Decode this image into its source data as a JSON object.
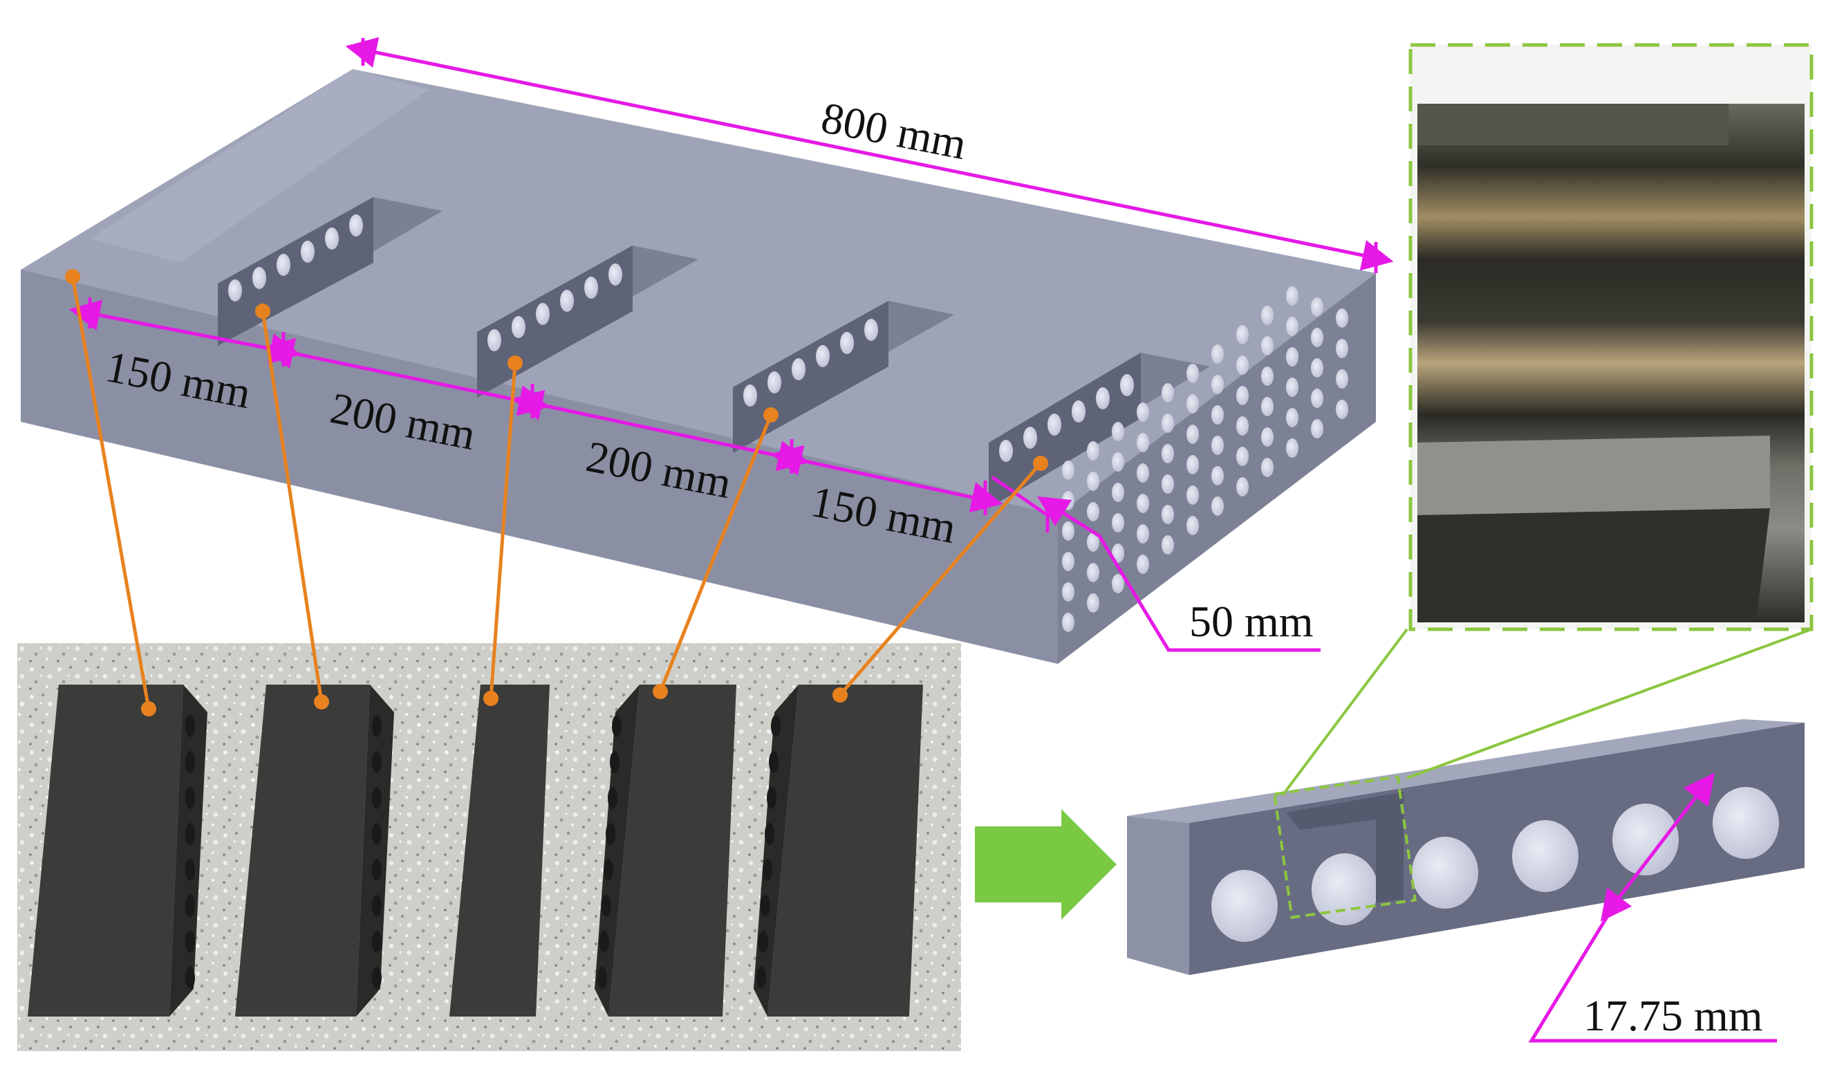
{
  "dimensions": {
    "length_800": "800 mm",
    "seg_150_a": "150 mm",
    "seg_200_a": "200 mm",
    "seg_200_b": "200 mm",
    "seg_150_b": "150 mm",
    "thickness_50": "50 mm",
    "hole_17_75": "17.75 mm"
  },
  "specimen_count": 5,
  "colors": {
    "dimension": "#e619e6",
    "leader": "#e8821e",
    "zoom_frame": "#8cc63f",
    "arrow": "#7ac943",
    "steel": "#8f93a8"
  }
}
